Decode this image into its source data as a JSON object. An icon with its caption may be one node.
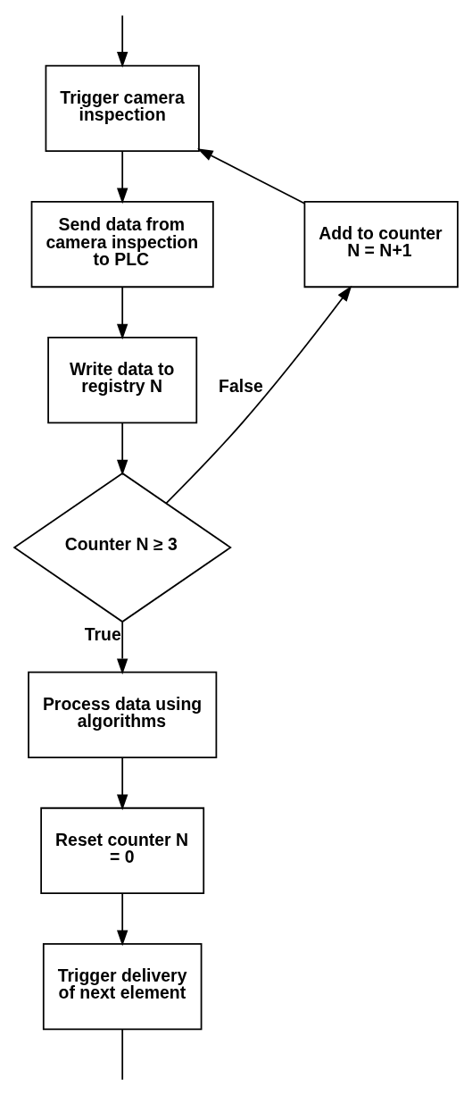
{
  "diagram": {
    "nodes": [
      {
        "text": [
          "Trigger camera inspection"
        ]
      },
      {
        "text": [
          "Send data from camera inspection to PLC"
        ]
      },
      {
        "text": [
          "Add to counter N = N+1"
        ]
      },
      {
        "text": [
          "Write data to registry N"
        ]
      },
      {
        "text": [
          "Counter N ≥ 3"
        ]
      },
      {
        "text": [
          "Process data using algorithms"
        ]
      },
      {
        "text": [
          "Reset counter N = 0"
        ]
      },
      {
        "text": [
          "Trigger delivery of next element"
        ]
      }
    ],
    "edges": [
      {
        "from": null,
        "to": 0,
        "arrow": "to"
      },
      {
        "from": 0,
        "to": 1,
        "arrow": "to"
      },
      {
        "from": 1,
        "to": 3,
        "arrow": "to"
      },
      {
        "from": 3,
        "to": 4,
        "arrow": "to"
      },
      {
        "from": 4,
        "to": 2,
        "arrow": "to",
        "label": "False"
      },
      {
        "from": 2,
        "to": 0,
        "arrow": "to"
      },
      {
        "from": 4,
        "to": 5,
        "arrow": "to",
        "label": "True"
      },
      {
        "from": 5,
        "to": 6,
        "arrow": "to"
      },
      {
        "from": 6,
        "to": 7,
        "arrow": "to"
      },
      {
        "from": 7,
        "to": null,
        "arrow": "none"
      }
    ]
  }
}
